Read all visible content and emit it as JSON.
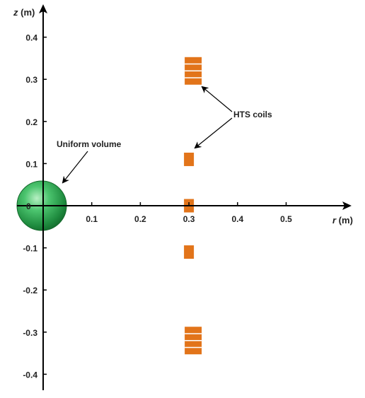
{
  "diagram": {
    "axes": {
      "r": {
        "label": "r (m)",
        "ticks": [
          "0.1",
          "0.2",
          "0.3",
          "0.4",
          "0.5"
        ]
      },
      "z": {
        "label": "z (m)",
        "ticks": [
          "0.4",
          "0.3",
          "0.2",
          "0.1",
          "-0.1",
          "-0.2",
          "-0.3",
          "-0.4"
        ]
      },
      "origin_label": "0"
    },
    "annotations": {
      "hts_coils": "HTS coils",
      "uniform_volume": "Uniform volume"
    },
    "colors": {
      "coil_fill": "#e2741a",
      "coil_stripe": "#ffffff",
      "sphere_fill": "#2eaa55",
      "axis": "#000000"
    },
    "coils": [
      {
        "r": 0.3,
        "z": 0.32,
        "turns": 4
      },
      {
        "r": 0.3,
        "z": 0.11,
        "turns": 1
      },
      {
        "r": 0.3,
        "z": 0.0,
        "turns": 1
      },
      {
        "r": 0.3,
        "z": -0.11,
        "turns": 1
      },
      {
        "r": 0.3,
        "z": -0.32,
        "turns": 4
      }
    ]
  }
}
